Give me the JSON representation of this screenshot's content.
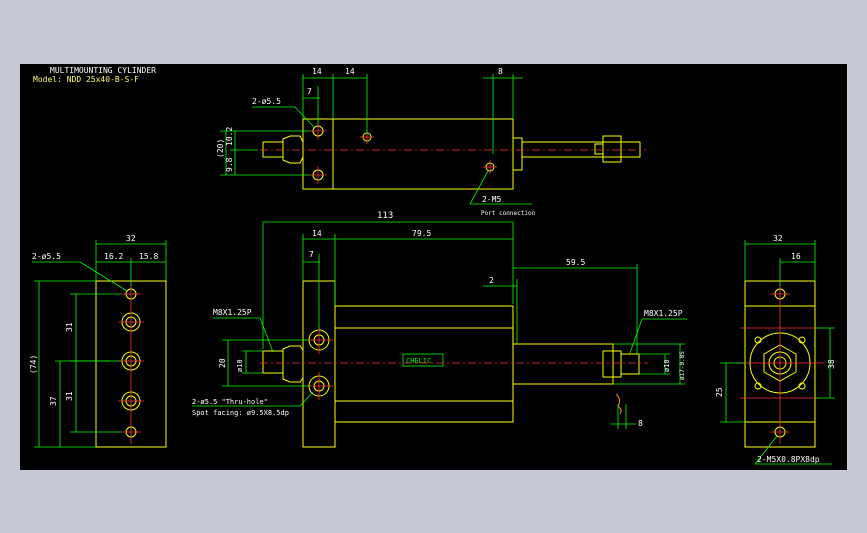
{
  "header": {
    "title": "MULTIMOUNTING CYLINDER",
    "model": "Model: NDD 25x40-B-S-F"
  },
  "top_view": {
    "dim_14a": "14",
    "dim_14b": "14",
    "dim_8": "8",
    "dim_7": "7",
    "hole_label": "2-ø5.5",
    "dim_20": "(20)",
    "dim_10_2": "10.2",
    "dim_9_8": "9.8",
    "port_label": "2-M5",
    "port_note": "Port connection"
  },
  "front_view": {
    "dim_113": "113",
    "dim_14": "14",
    "dim_79_5": "79.5",
    "dim_7": "7",
    "dim_2": "2",
    "dim_59_5": "59.5",
    "thread_left": "M8X1.25P",
    "thread_right": "M8X1.25P",
    "dim_20": "20",
    "dim_phi10_left": "ø10",
    "dim_phi10_right": "ø10",
    "dim_phi17": "ø17-0.05",
    "hole_label": "2-ø5.5 \"Thru-hole\"",
    "spot_facing": "Spot facing: ø9.5X8.5dp",
    "dim_8": "8",
    "logo": "CHELIC"
  },
  "left_view": {
    "dim_32": "32",
    "dim_16_2": "16.2",
    "dim_15_8": "15.8",
    "hole_label": "2-ø5.5",
    "dim_74": "(74)",
    "dim_31a": "31",
    "dim_31b": "31",
    "dim_37": "37"
  },
  "right_view": {
    "dim_32": "32",
    "dim_16": "16",
    "dim_38": "38",
    "dim_25": "25",
    "thread_label": "2-M5X0.8PX8dp"
  },
  "colors": {
    "background": "#c4c9d4",
    "canvas": "#000000",
    "outline": "#ffff00",
    "dimension": "#00ff00",
    "centerline": "#ff0000",
    "text": "#ffffff"
  }
}
